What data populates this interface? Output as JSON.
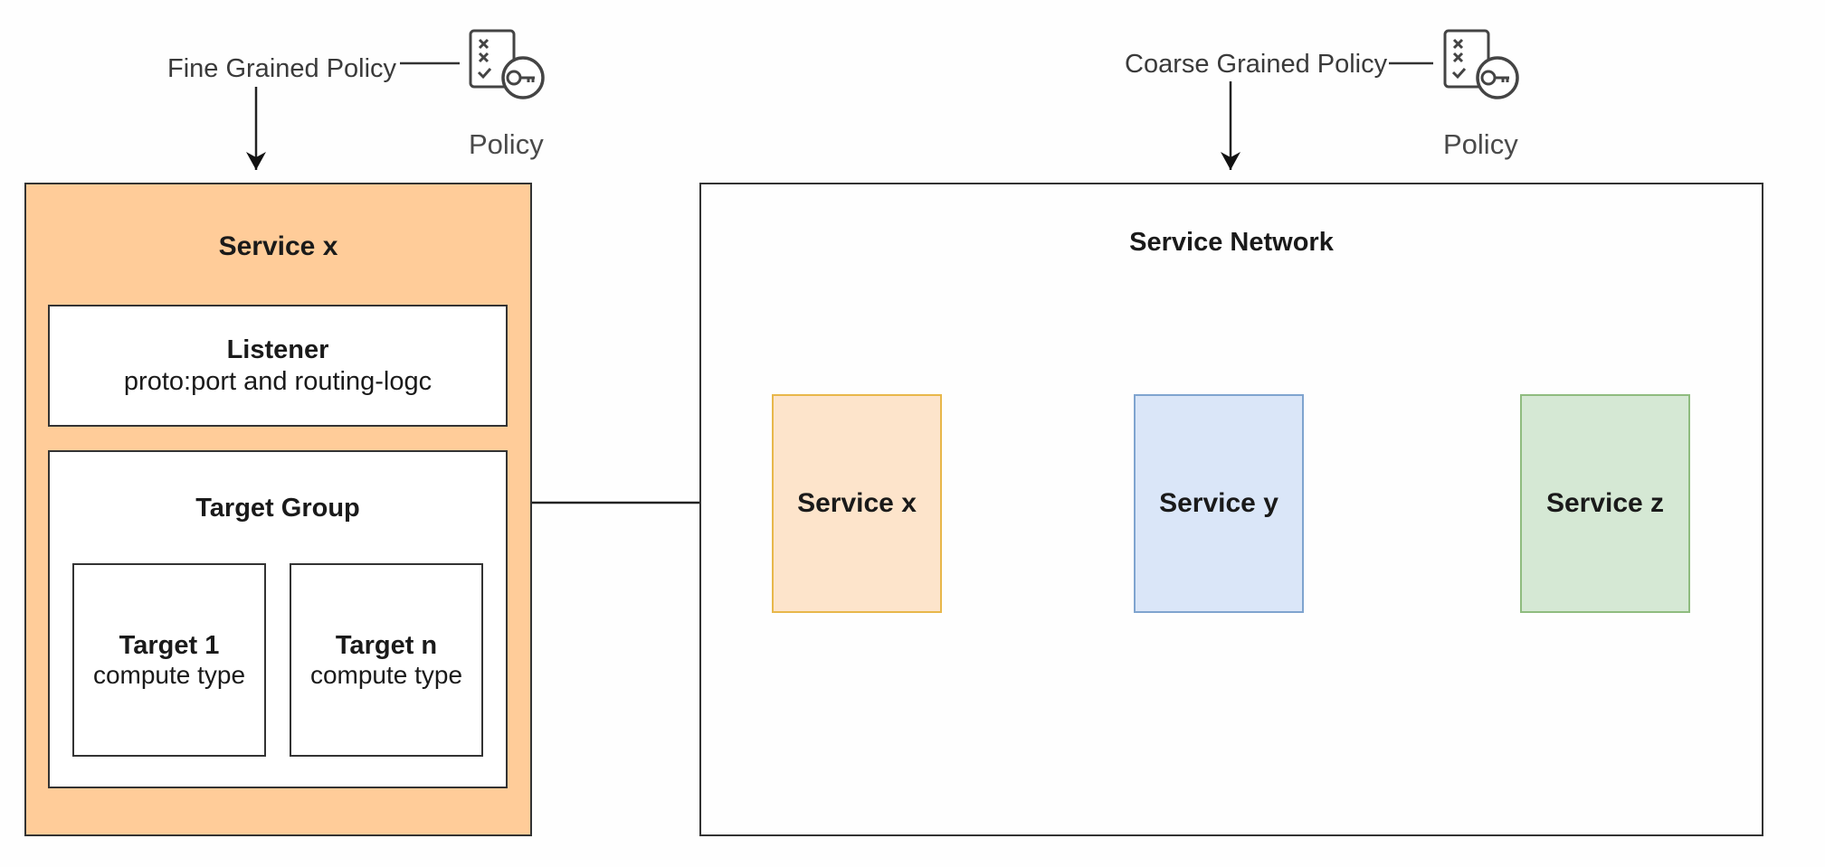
{
  "policies": [
    {
      "label": "Fine Grained Policy",
      "icon": "policy-icon",
      "icon_caption": "Policy"
    },
    {
      "label": "Coarse Grained Policy",
      "icon": "policy-icon",
      "icon_caption": "Policy"
    }
  ],
  "service_box": {
    "title": "Service x",
    "listener": {
      "title": "Listener",
      "subtitle": "proto:port and routing-logc"
    },
    "target_group": {
      "title": "Target Group",
      "targets": [
        {
          "title": "Target 1",
          "subtitle": "compute type"
        },
        {
          "title": "Target n",
          "subtitle": "compute type"
        }
      ]
    }
  },
  "service_network": {
    "title": "Service Network",
    "services": [
      {
        "label": "Service x",
        "fill": "#fde4cb",
        "stroke": "#e8b74a"
      },
      {
        "label": "Service y",
        "fill": "#dae6f8",
        "stroke": "#7fa4cf"
      },
      {
        "label": "Service z",
        "fill": "#d5e8d4",
        "stroke": "#8fbc7f"
      }
    ]
  },
  "colors": {
    "service_box_fill": "#ffcc99",
    "line": "#222222"
  }
}
